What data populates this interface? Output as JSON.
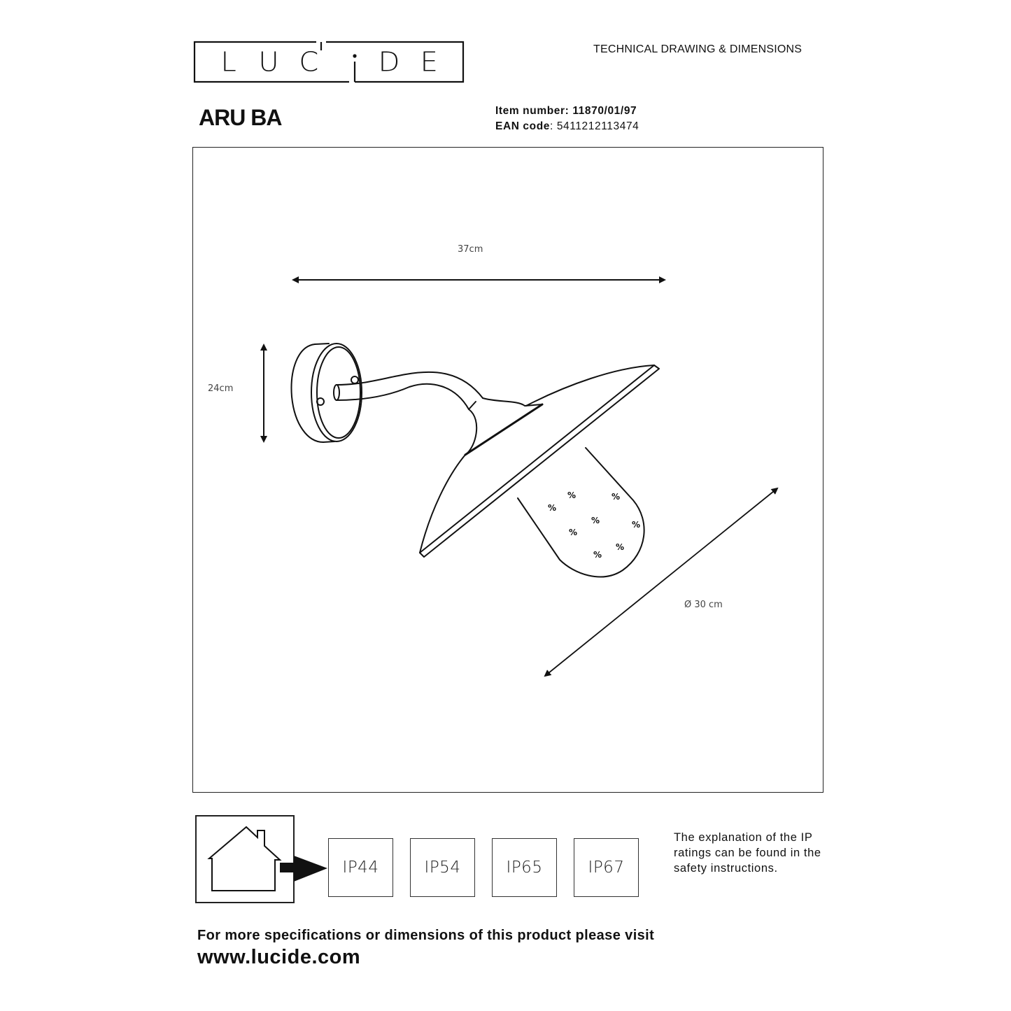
{
  "header": {
    "brand_logo_letters": [
      "L",
      "U",
      "C",
      "i",
      "D",
      "E"
    ],
    "brand_logo_text": "LUCIDE",
    "document_title": "TECHNICAL DRAWING & DIMENSIONS"
  },
  "product": {
    "name": "ARU BA",
    "item_number_label": "Item number:",
    "item_number_value": "11870/01/97",
    "ean_label": "EAN code",
    "ean_value": ": 5411212113474"
  },
  "drawing": {
    "subject": "outdoor wall lamp with curved arm and wide conical shade",
    "dimensions": {
      "width_label": "37cm",
      "height_label": "24cm",
      "diameter_label": "Ø 30 cm"
    }
  },
  "ip_ratings": {
    "house_icon": "house-icon",
    "arrow_icon": "arrow-right-icon",
    "ratings": [
      "IP44",
      "IP54",
      "IP65",
      "IP67"
    ],
    "note": "The explanation of the IP ratings can be found in the safety instructions."
  },
  "footer": {
    "more_info_text": "For more specifications or dimensions of this product please visit",
    "website": "www.lucide.com"
  }
}
